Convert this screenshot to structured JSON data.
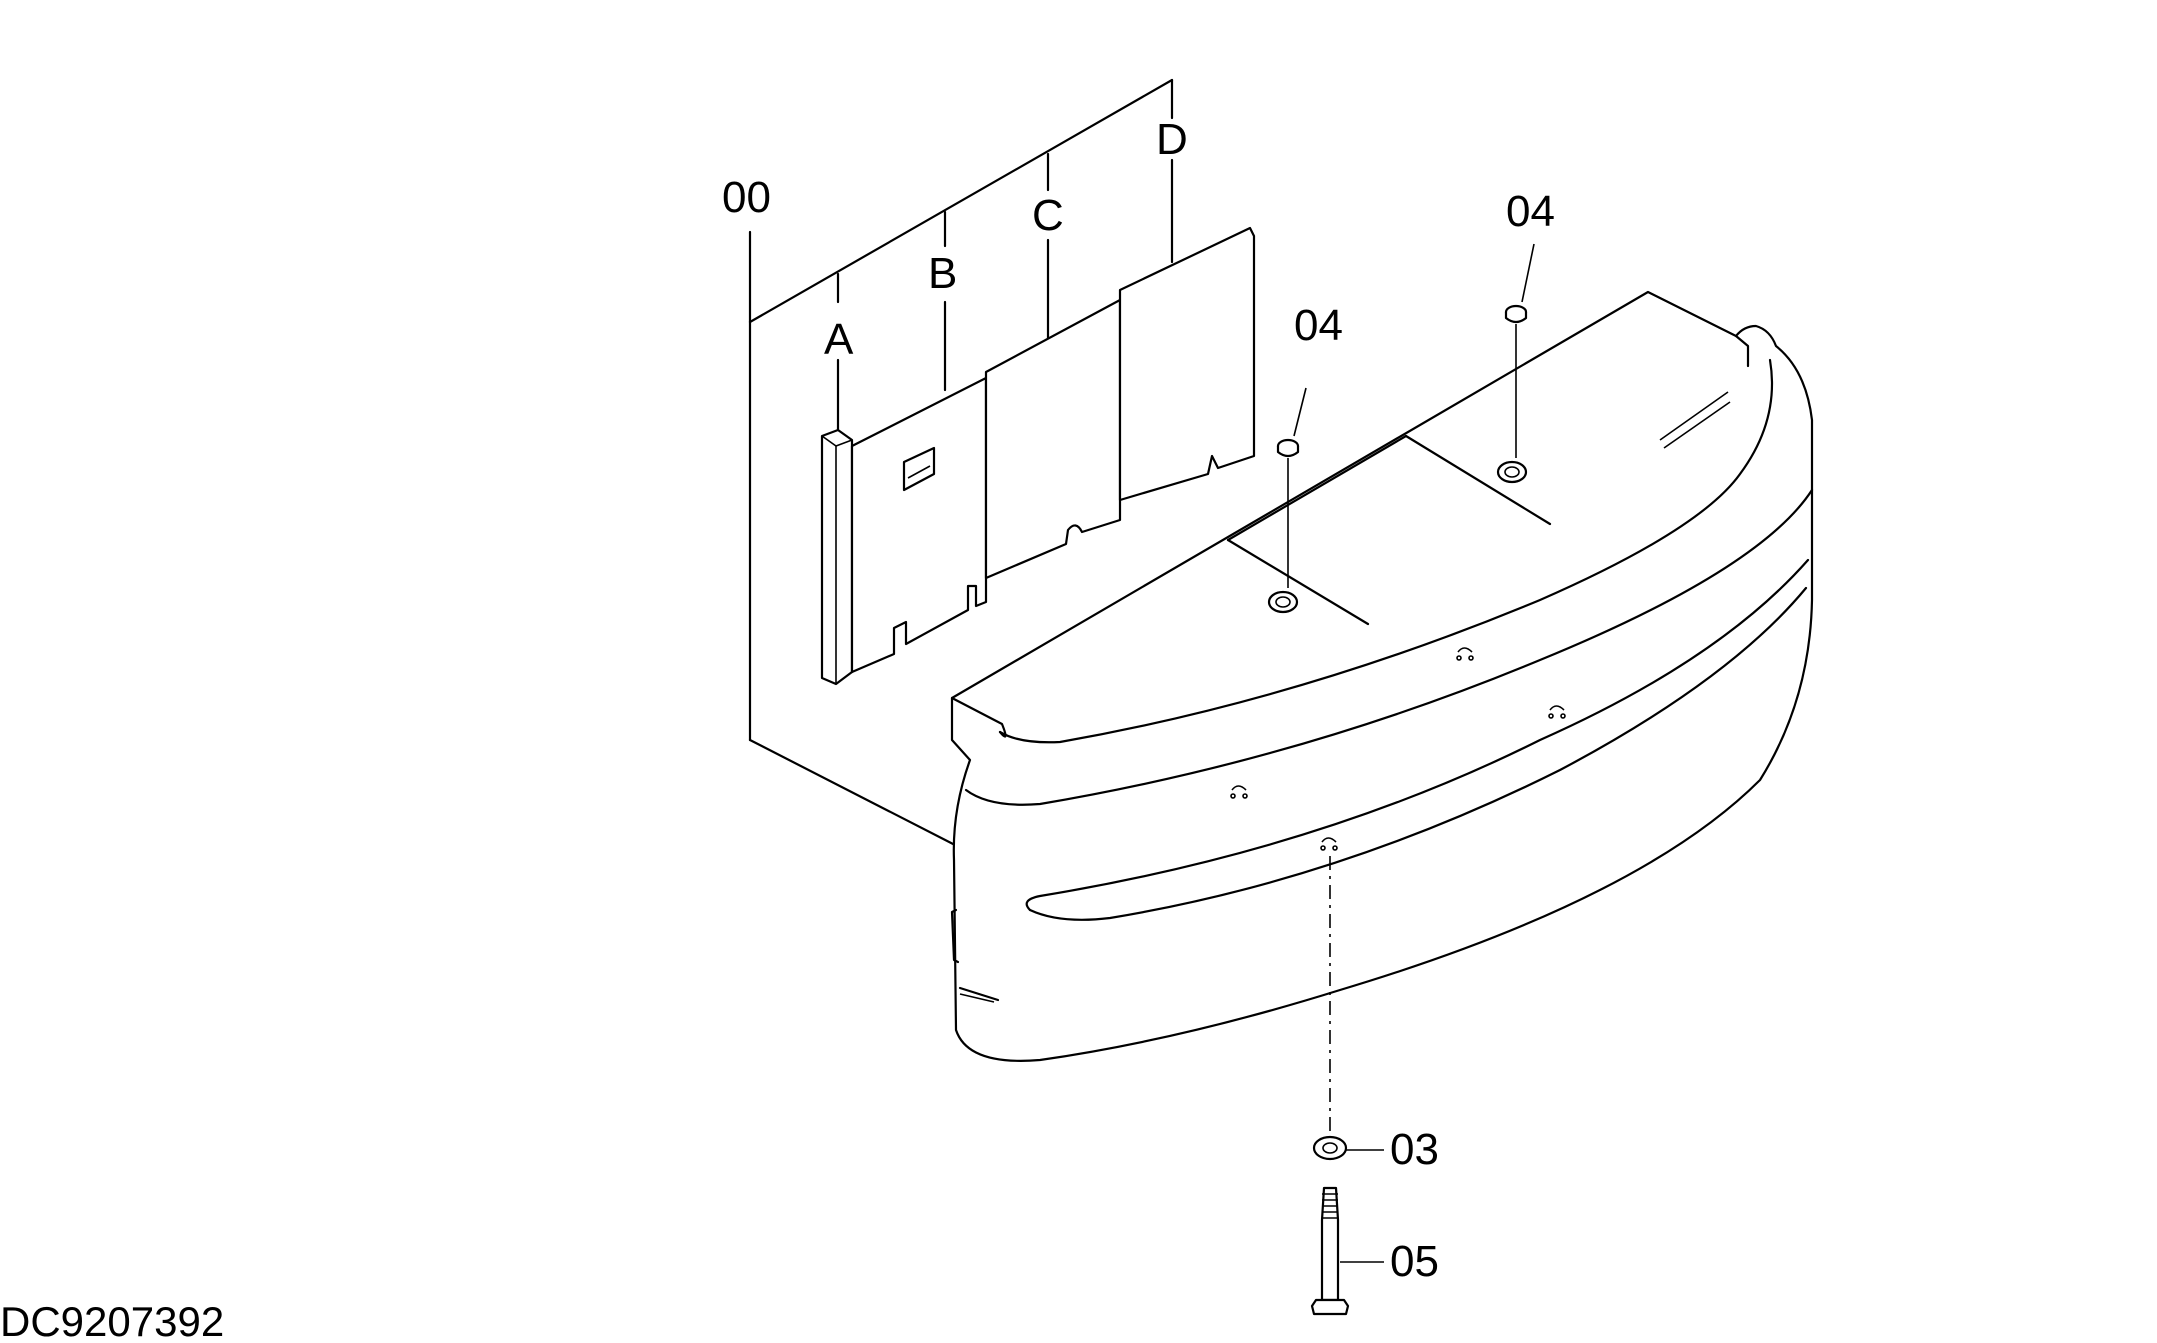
{
  "labels": {
    "assembly": "00",
    "sub_a": "A",
    "sub_b": "B",
    "sub_c": "C",
    "sub_d": "D",
    "plug_left": "04",
    "plug_right": "04",
    "washer": "03",
    "bolt": "05"
  },
  "drawing_code": "DC9207392"
}
